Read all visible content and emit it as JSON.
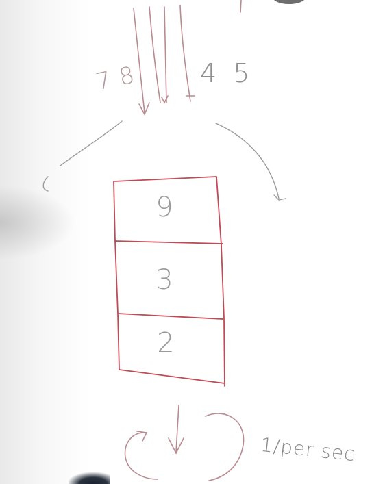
{
  "stack": {
    "items": [
      "9",
      "3",
      "2"
    ]
  },
  "incoming_numbers": {
    "left": "7 8",
    "right": "4 5"
  },
  "rate_label": "1/per sec",
  "colors": {
    "stack_outline": "#c04a55",
    "ink_gray": "#8f8f8f"
  }
}
